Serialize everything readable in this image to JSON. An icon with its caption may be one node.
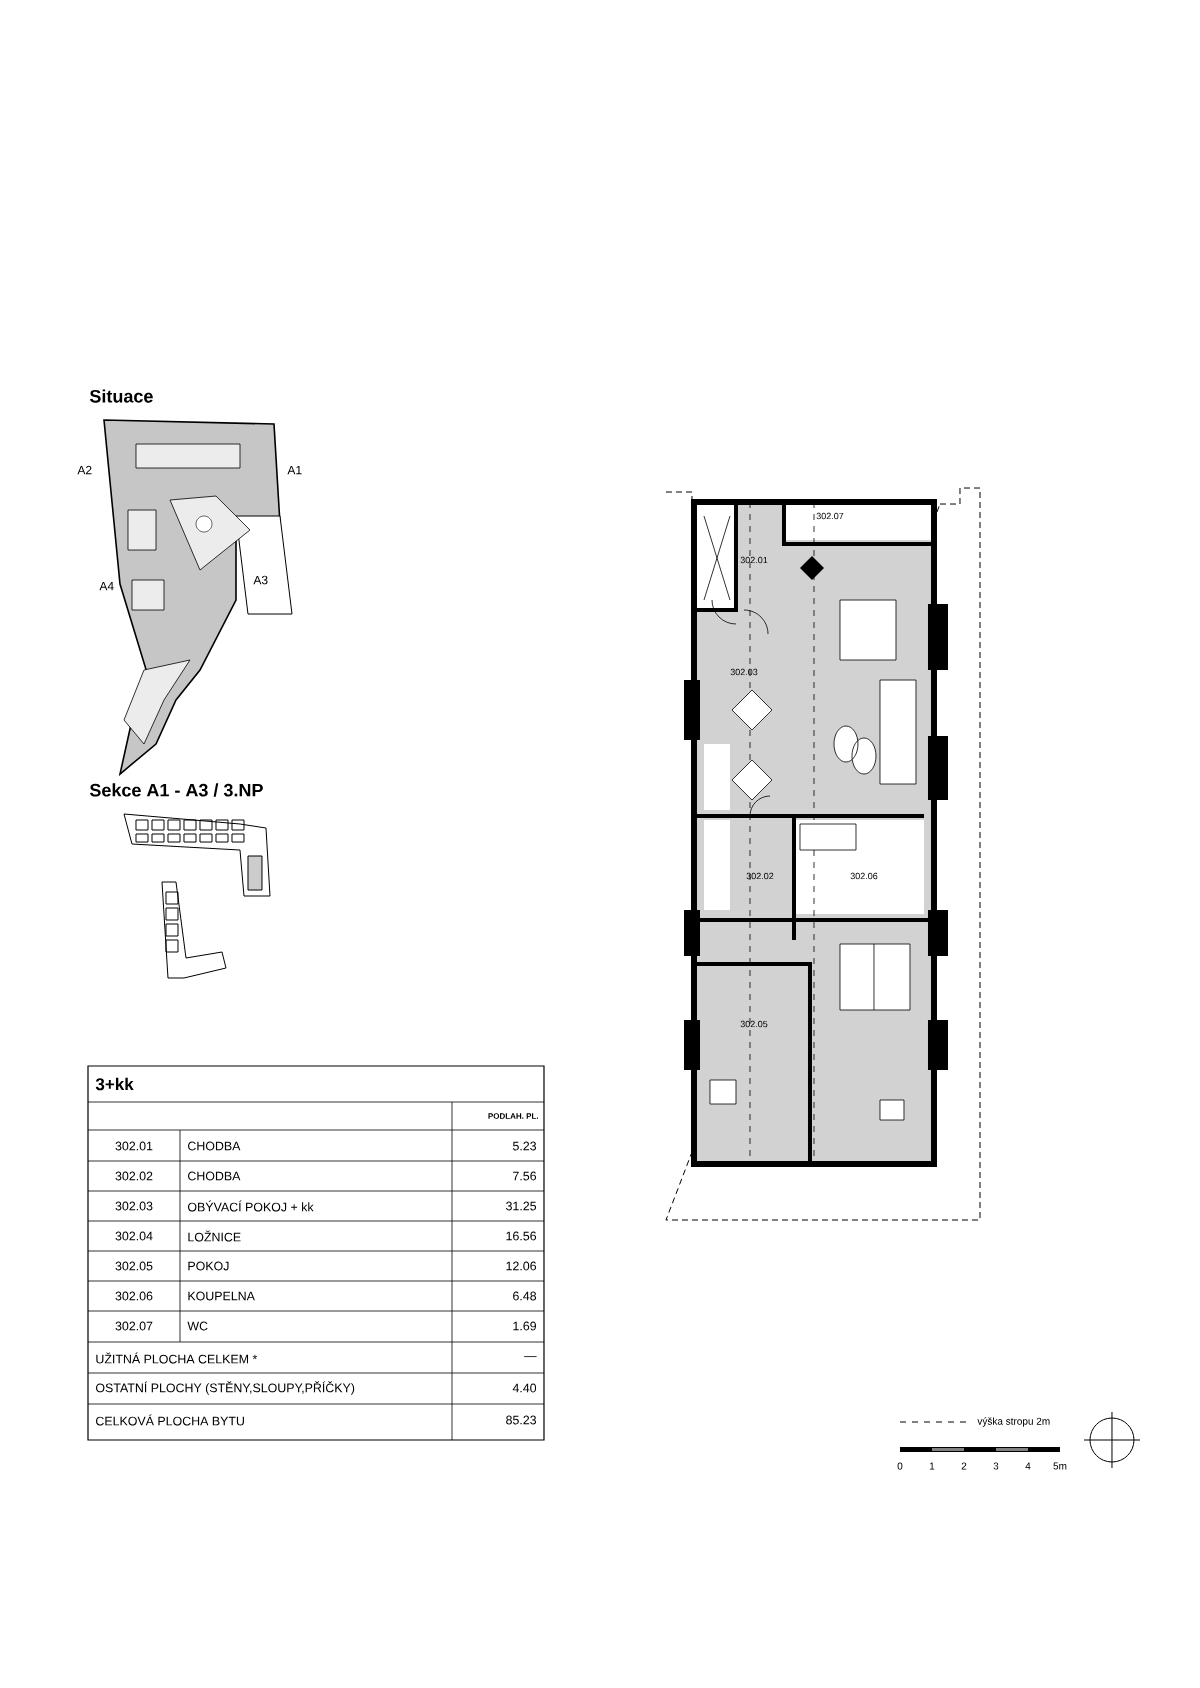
{
  "diagram": {
    "labels": [
      "Situace",
      "A2",
      "A1",
      "A4",
      "A3",
      "Sekce A1 - A3  /  3.NP",
      "302.07",
      "302.01",
      "302.03",
      "302.02",
      "302.06",
      "302.05",
      "3+kk",
      "PODLAH. PL.",
      "302.01",
      "CHODBA",
      "5.23",
      "302.02",
      "CHODBA",
      "7.56",
      "302.03",
      "OBÝVACÍ POKOJ + kk",
      "31.25",
      "302.04",
      "LOŽNICE",
      "16.56",
      "302.05",
      "POKOJ",
      "12.06",
      "302.06",
      "KOUPELNA",
      "6.48",
      "302.07",
      "WC",
      "1.69",
      "UŽITNÁ PLOCHA CELKEM *",
      "—",
      "OSTATNÍ PLOCHY (STĚNY,SLOUPY,PŘÍČKY)",
      "4.40",
      "CELKOVÁ PLOCHA BYTU",
      "85.23",
      "0",
      "1",
      "2",
      "3",
      "4",
      "5m"
    ],
    "legend": [
      {
        "text": "výška stropu 2m"
      }
    ]
  }
}
